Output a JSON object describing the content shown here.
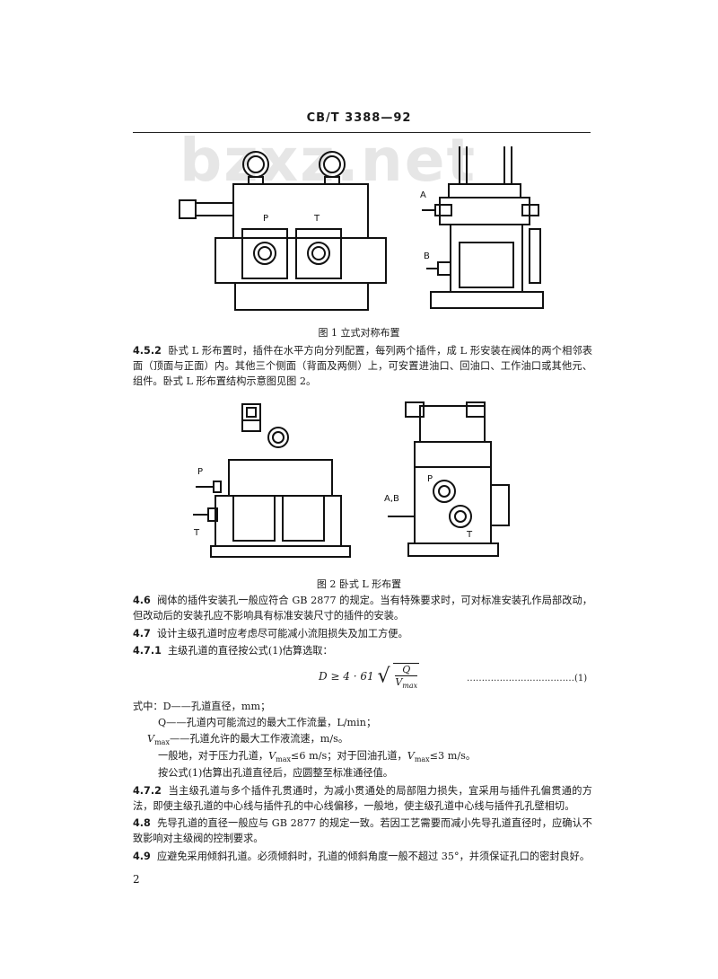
{
  "header": {
    "code": "CB/T 3388—92"
  },
  "watermark": "bzxz.net",
  "fig1": {
    "caption": "图 1   立式对称布置",
    "labels": {
      "p": "P",
      "t": "T",
      "a": "A",
      "b": "B"
    }
  },
  "s452": {
    "no": "4.5.2",
    "text": "卧式 L 形布置时，插件在水平方向分列配置，每列两个插件，成 L 形安装在阀体的两个相邻表面（顶面与正面）内。其他三个侧面（背面及两侧）上，可安置进油口、回油口、工作油口或其他元、组件。卧式 L 形布置结构示意图见图 2。"
  },
  "fig2": {
    "caption": "图 2   卧式 L 形布置",
    "labels": {
      "p": "P",
      "t": "T",
      "ab": "A,B",
      "p2": "P",
      "t2": "T"
    }
  },
  "s46": {
    "no": "4.6",
    "text": "阀体的插件安装孔一般应符合 GB 2877 的规定。当有特殊要求时，可对标准安装孔作局部改动，但改动后的安装孔应不影响具有标准安装尺寸的插件的安装。"
  },
  "s47": {
    "no": "4.7",
    "text": "设计主级孔道时应考虑尽可能减小流阻损失及加工方便。"
  },
  "s471": {
    "no": "4.7.1",
    "text": "主级孔道的直径按公式(1)估算选取："
  },
  "formula": {
    "lhs": "D ≥ 4 · 61",
    "num": "Q",
    "den": "V",
    "den_sub": "max",
    "tag": "………………………………(1)"
  },
  "where": {
    "lead": "式中：",
    "d": "D——孔道直径，mm；",
    "q": "Q——孔道内可能流过的最大工作流量，L/min；",
    "v_sym": "V",
    "v_sub": "max",
    "v": "——孔道允许的最大工作液流速，m/s。",
    "note": "一般地，对于压力孔道，V<sub>max</sub>≤6 m/s；对于回油孔道，V<sub>max</sub>≤3 m/s。",
    "after": "按公式(1)估算出孔道直径后，应圆整至标准通径值。"
  },
  "s472": {
    "no": "4.7.2",
    "text": "当主级孔道与多个插件孔贯通时，为减小贯通处的局部阻力损失，宜采用与插件孔偏贯通的方法，即使主级孔道的中心线与插件孔的中心线偏移，一般地，使主级孔道中心线与插件孔孔壁相切。"
  },
  "s48": {
    "no": "4.8",
    "text": "先导孔道的直径一般应与 GB 2877 的规定一致。若因工艺需要而减小先导孔道直径时，应确认不致影响对主级阀的控制要求。"
  },
  "s49": {
    "no": "4.9",
    "text": "应避免采用倾斜孔道。必须倾斜时，孔道的倾斜角度一般不超过 35°，并须保证孔口的密封良好。"
  },
  "footer": {
    "page": "2"
  }
}
